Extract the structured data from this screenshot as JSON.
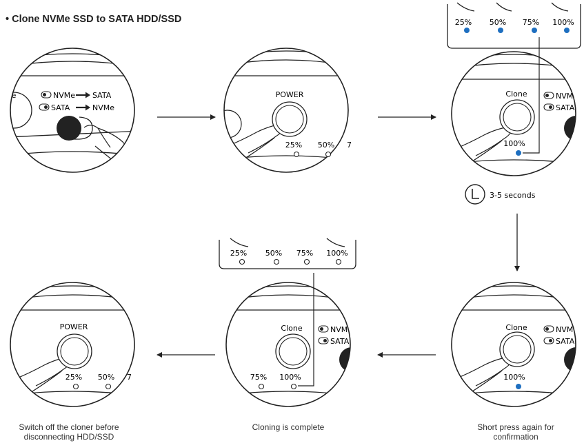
{
  "title": "• Clone NVMe SSD to SATA HDD/SSD",
  "switch_labels": {
    "nvme_to_sata": "NVMe",
    "sata_label": "SATA",
    "to_sata": "SATA",
    "to_nvme": "NVMe"
  },
  "power_label": "POWER",
  "clone_label": "Clone",
  "led_labels": [
    "25%",
    "50%",
    "75%",
    "100%"
  ],
  "partial_label": "7",
  "cut_nvme": "NVM",
  "cut_sata": "SATA",
  "cut_sata_short": "SATA",
  "timer_text": "3-5 seconds",
  "captions": {
    "step_short_press": "Short press again for confirmation",
    "step_complete": "Cloning is complete",
    "step_switch_off": "Switch off the cloner before disconnecting HDD/SSD"
  },
  "colors": {
    "led_on": "#1e6fc0",
    "line": "#222222"
  }
}
